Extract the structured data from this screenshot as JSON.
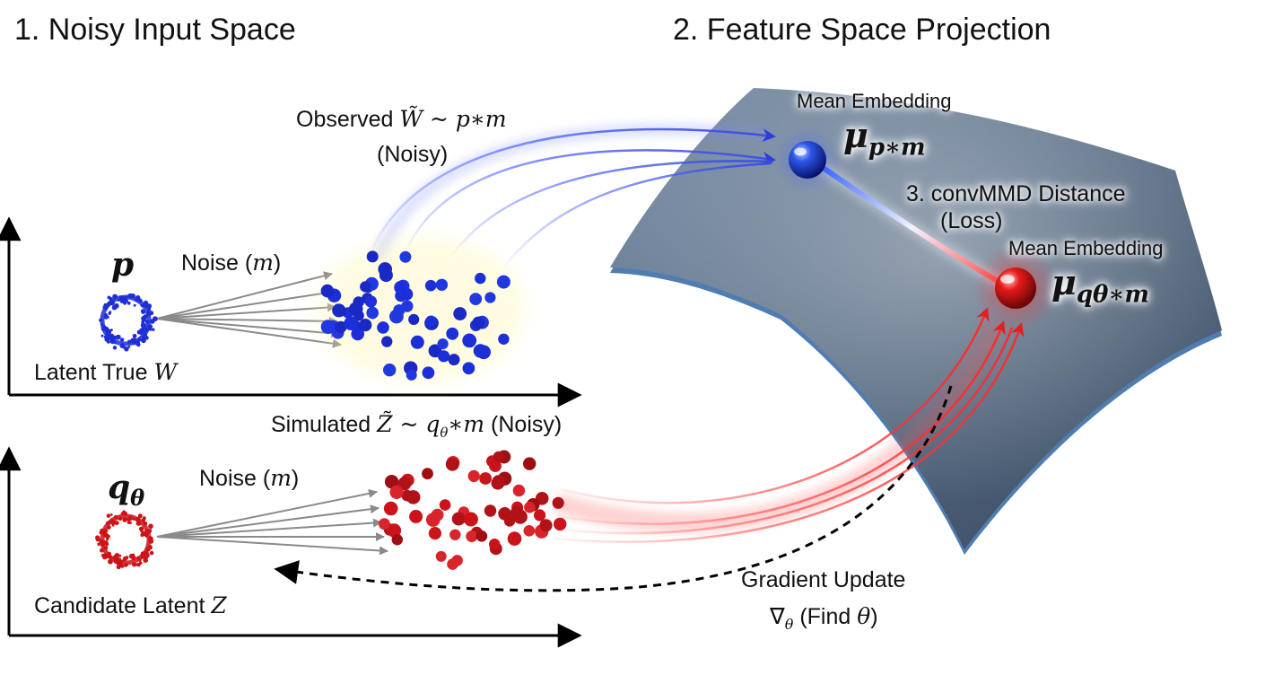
{
  "titles": {
    "input_space": "1. Noisy Input Space",
    "feature_space": "2. Feature Space Projection"
  },
  "observed": {
    "prefix": "Observed ",
    "var": "W̃",
    "dist": " ~ p∗m",
    "note": "(Noisy)"
  },
  "latent_p": {
    "symbol": "p",
    "noise_prefix": "Noise (",
    "noise_var": "m",
    "noise_suffix": ")",
    "caption_prefix": "Latent True ",
    "caption_var": "W"
  },
  "simulated": {
    "prefix": "Simulated ",
    "var": "Z̃",
    "dist": " ~ q",
    "dist_sub": "θ",
    "dist_tail": "∗m",
    "note": " (Noisy)"
  },
  "latent_q": {
    "symbol": "q",
    "symbol_sub": "θ",
    "noise_prefix": "Noise (",
    "noise_var": "m",
    "noise_suffix": ")",
    "caption_prefix": "Candidate Latent ",
    "caption_var": "Z"
  },
  "embedding_p": {
    "heading": "Mean Embedding",
    "symbol": "μ",
    "sub": "p∗m"
  },
  "embedding_q": {
    "heading": "Mean Embedding",
    "symbol": "μ",
    "sub": "qθ∗m"
  },
  "distance": {
    "line1": "3. convMMD Distance",
    "line2": "(Loss)"
  },
  "gradient": {
    "line1": "Gradient Update",
    "nabla": "∇",
    "nabla_sub": "θ",
    "line2_mid": " (Find ",
    "line2_var": "θ",
    "line2_end": ")"
  },
  "colors": {
    "blue": "#1f2fd6",
    "red": "#cc1418",
    "surface": "#52677f",
    "axis": "#000000",
    "noise_arrow": "#8a8a8a"
  },
  "icons": {
    "blue_sphere": "blue-sphere",
    "red_sphere": "red-sphere",
    "ring": "distribution-ring"
  }
}
